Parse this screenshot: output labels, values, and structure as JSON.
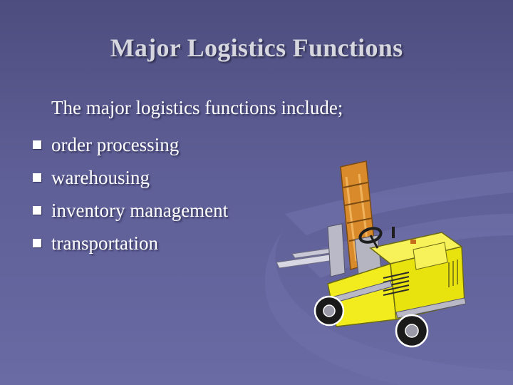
{
  "slide": {
    "title": "Major Logistics Functions",
    "intro": "The major logistics functions include;",
    "bullets": [
      "order processing",
      "warehousing",
      "inventory management",
      "transportation"
    ]
  },
  "colors": {
    "background": "#5f5f97",
    "title": "#d6d6df",
    "body_text": "#ffffff",
    "forklift_body": "#f2ec1e",
    "forklift_mast": "#d98a2b"
  },
  "illustration": "forklift-clipart"
}
